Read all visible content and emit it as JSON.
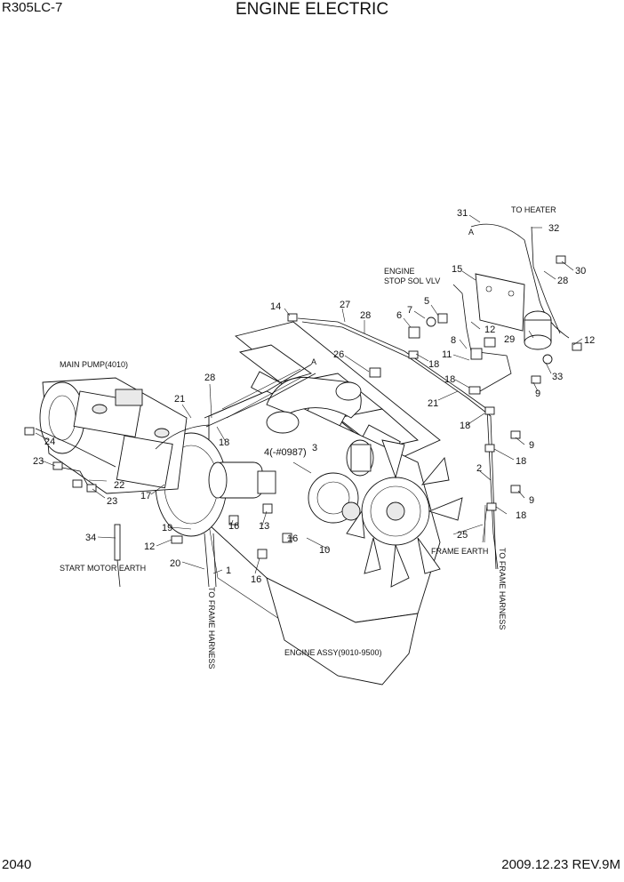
{
  "header": {
    "model": "R305LC-7",
    "title": "ENGINE ELECTRIC"
  },
  "footer": {
    "page_number": "2040",
    "revision": "2009.12.23  REV.9M"
  },
  "labels": {
    "to_heater": "TO HEATER",
    "engine": "ENGINE",
    "stop_sol_vlv": "STOP SOL VLV",
    "main_pump": "MAIN PUMP(4010)",
    "start_motor_earth": "START MOTOR EARTH",
    "frame_earth": "FRAME EARTH",
    "to_frame_harness_left": "TO  FRAME HARNESS",
    "to_frame_harness_right": "TO  FRAME HARNESS",
    "engine_assy": "ENGINE ASSY(9010-9500)",
    "connector_a_top": "A",
    "connector_a_right": "A"
  },
  "callouts": [
    "31",
    "32",
    "30",
    "28",
    "15",
    "5",
    "6",
    "7",
    "12",
    "29",
    "12",
    "33",
    "14",
    "27",
    "28",
    "8",
    "18",
    "11",
    "9",
    "26",
    "18",
    "21",
    "18",
    "28",
    "21",
    "3",
    "4(-#0987)",
    "9",
    "18",
    "2",
    "9",
    "18",
    "24",
    "22",
    "23",
    "23",
    "17",
    "18",
    "34",
    "19",
    "12",
    "16",
    "13",
    "16",
    "25",
    "10",
    "20",
    "1",
    "16"
  ]
}
